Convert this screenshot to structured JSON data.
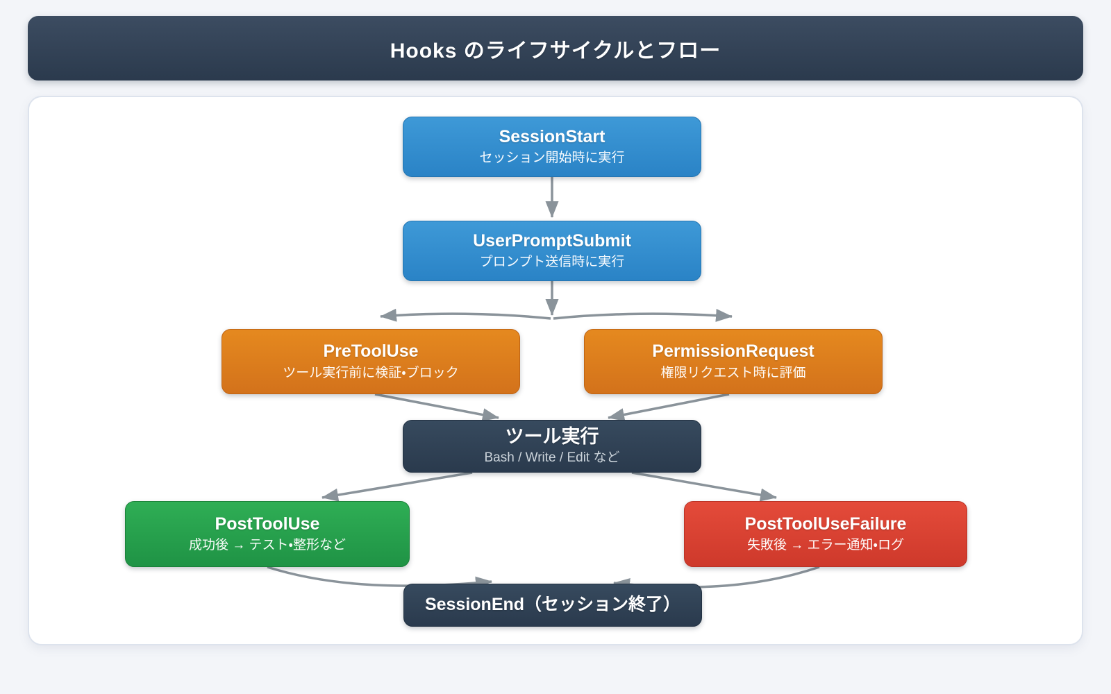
{
  "header": {
    "title": "Hooks のライフサイクルとフロー"
  },
  "colors": {
    "canvas_bg": "#f3f5f9",
    "header_bg": "#2f3f52",
    "panel_bg": "#ffffff",
    "panel_border": "#dde3ed",
    "arrow": "#8a939a",
    "node_blue": "#2f8cce",
    "node_orange": "#dc7d1d",
    "node_dark": "#2f4152",
    "node_green": "#27a04d",
    "node_red": "#d94233"
  },
  "diagram": {
    "nodes": [
      {
        "id": "session-start",
        "title": "SessionStart",
        "subtitle": "セッション開始時に実行",
        "color": "blue"
      },
      {
        "id": "user-prompt-submit",
        "title": "UserPromptSubmit",
        "subtitle": "プロンプト送信時に実行",
        "color": "blue"
      },
      {
        "id": "pre-tool-use",
        "title": "PreToolUse",
        "subtitle": "ツール実行前に検証・ブロック",
        "color": "orange"
      },
      {
        "id": "permission-request",
        "title": "PermissionRequest",
        "subtitle": "権限リクエスト時に評価",
        "color": "orange"
      },
      {
        "id": "tool-exec",
        "title": "ツール実行",
        "subtitle": "Bash / Write / Edit など",
        "color": "dark"
      },
      {
        "id": "post-tool-use",
        "title": "PostToolUse",
        "subtitle": "成功後 → テスト・整形など",
        "color": "green"
      },
      {
        "id": "post-tool-use-failure",
        "title": "PostToolUseFailure",
        "subtitle": "失敗後 → エラー通知・ログ",
        "color": "red"
      },
      {
        "id": "session-end",
        "title": "SessionEnd（セッション終了）",
        "subtitle": "",
        "color": "dark"
      }
    ],
    "edges": [
      {
        "from": "SessionStart",
        "to": "UserPromptSubmit"
      },
      {
        "from": "UserPromptSubmit",
        "to": "PreToolUse"
      },
      {
        "from": "UserPromptSubmit",
        "to": "PermissionRequest"
      },
      {
        "from": "PreToolUse",
        "to": "ツール実行"
      },
      {
        "from": "PermissionRequest",
        "to": "ツール実行"
      },
      {
        "from": "ツール実行",
        "to": "PostToolUse"
      },
      {
        "from": "ツール実行",
        "to": "PostToolUseFailure"
      },
      {
        "from": "PostToolUse",
        "to": "SessionEnd"
      },
      {
        "from": "PostToolUseFailure",
        "to": "SessionEnd"
      }
    ]
  }
}
